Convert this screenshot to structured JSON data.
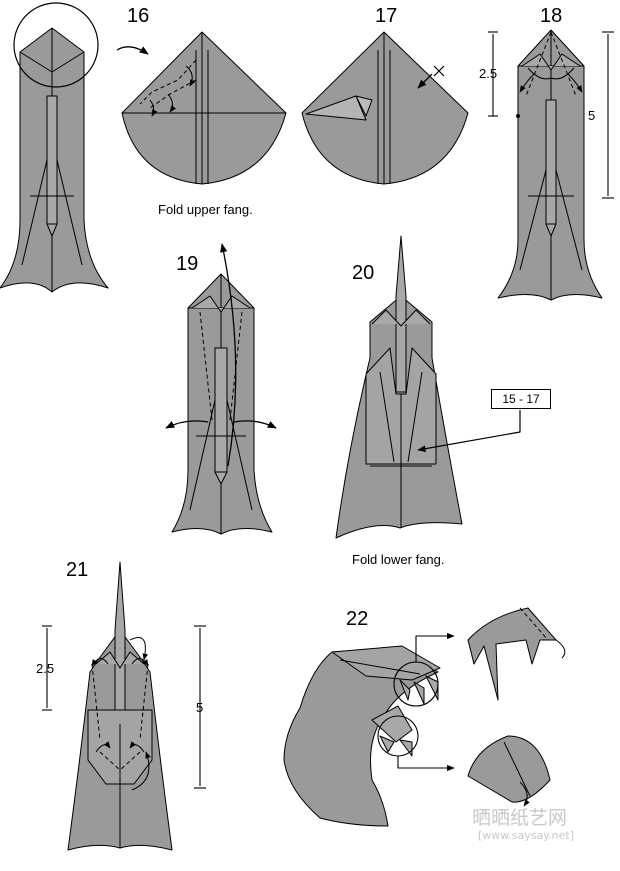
{
  "steps": {
    "s16": "16",
    "s17": "17",
    "s18": "18",
    "s19": "19",
    "s20": "20",
    "s21": "21",
    "s22": "22"
  },
  "captions": {
    "fold_upper_fang": "Fold upper fang.",
    "fold_lower_fang": "Fold lower fang."
  },
  "dimensions": {
    "s18_short": "2.5",
    "s18_long": "5",
    "s21_short": "2.5",
    "s21_long": "5"
  },
  "callouts": {
    "repeat_steps": "15 - 17"
  },
  "watermark": {
    "site_name": "晒晒纸艺网",
    "url": "[www.saysay.net]"
  },
  "colors": {
    "paper": "#9a9a9a",
    "line": "#000000",
    "background": "#ffffff"
  },
  "icons": {
    "arrow": "curved-arrow-icon",
    "fold": "fold-line-icon"
  }
}
